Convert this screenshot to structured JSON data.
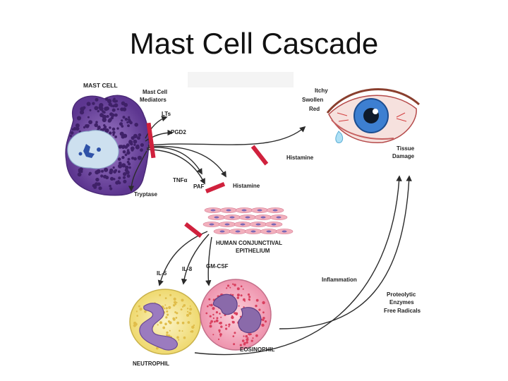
{
  "title": "Mast Cell Cascade",
  "labels": {
    "mast_cell": "MAST CELL",
    "mediators_1": "Mast Cell",
    "mediators_2": "Mediators",
    "lts": "LTs",
    "pgd2": "PGD2",
    "tnfa": "TNFα",
    "paf": "PAF",
    "tryptase": "Tryptase",
    "histamine_low": "Histamine",
    "histamine_eye": "Histamine",
    "itchy": "Itchy",
    "swollen": "Swollen",
    "red": "Red",
    "tissue": "Tissue",
    "damage": "Damage",
    "epithelium_1": "HUMAN CONJUNCTIVAL",
    "epithelium_2": "EPITHELIUM",
    "il5": "IL-5",
    "il8": "IL-8",
    "gmcsf": "GM-CSF",
    "inflammation": "Inflammation",
    "proteolytic": "Proteolytic",
    "enzymes": "Enzymes",
    "free_radicals": "Free Radicals",
    "eosinophil": "EOSINOPHIL",
    "neutrophil": "NEUTROPHIL"
  },
  "colors": {
    "blocker": "#d0213d",
    "arrow": "#2b2b2b",
    "mast_cell": "#6a3d97",
    "eye_iris": "#3d7fd1",
    "eosinophil": "#f0a2b8",
    "neutrophil": "#f4e48b"
  }
}
